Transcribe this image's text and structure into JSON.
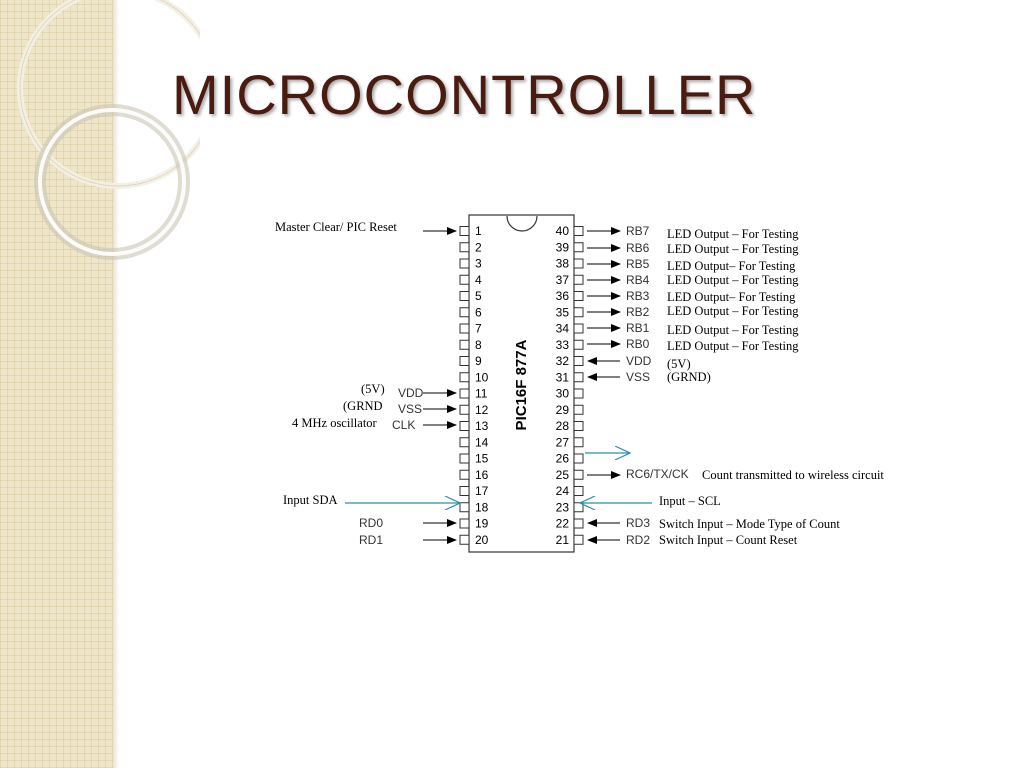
{
  "title": "MICROCONTROLLER",
  "chip": {
    "name": "PIC16F 877A",
    "left_pins": [
      "1",
      "2",
      "3",
      "4",
      "5",
      "6",
      "7",
      "8",
      "9",
      "10",
      "11",
      "12",
      "13",
      "14",
      "15",
      "16",
      "17",
      "18",
      "19",
      "20"
    ],
    "right_pins": [
      "40",
      "39",
      "38",
      "37",
      "36",
      "35",
      "34",
      "33",
      "32",
      "31",
      "30",
      "29",
      "28",
      "27",
      "26",
      "25",
      "24",
      "23",
      "22",
      "21"
    ]
  },
  "left_signals": {
    "vdd": "VDD",
    "vss": "VSS",
    "clk": "CLK",
    "rd0": "RD0",
    "rd1": "RD1"
  },
  "right_signals": {
    "rb7": "RB7",
    "rb6": "RB6",
    "rb5": "RB5",
    "rb4": "RB4",
    "rb3": "RB3",
    "rb2": "RB2",
    "rb1": "RB1",
    "rb0": "RB0",
    "vdd": "VDD",
    "vss": "VSS",
    "rc6": "RC6/TX/CK",
    "rd3": "RD3",
    "rd2": "RD2"
  },
  "left_annotations": {
    "reset": "Master Clear/ PIC Reset",
    "v5": "(5V)",
    "grnd": "(GRND",
    "osc": "4 MHz oscillator",
    "sda": "Input SDA"
  },
  "right_annotations": {
    "rb7": "LED Output – For Testing",
    "rb6": "LED Output – For Testing",
    "rb5": "LED  Output– For Testing",
    "rb4": "LED Output – For Testing",
    "rb3": "LED  Output– For Testing",
    "rb2": "LED Output – For Testing",
    "rb1": "LED Output – For Testing",
    "rb0": "LED Output – For Testing",
    "v5": "(5V)",
    "grnd": "(GRND)",
    "rc6": "Count transmitted to wireless circuit",
    "scl": "Input – SCL",
    "rd3": "Switch Input – Mode Type of Count",
    "rd2": "Switch Input – Count Reset"
  }
}
